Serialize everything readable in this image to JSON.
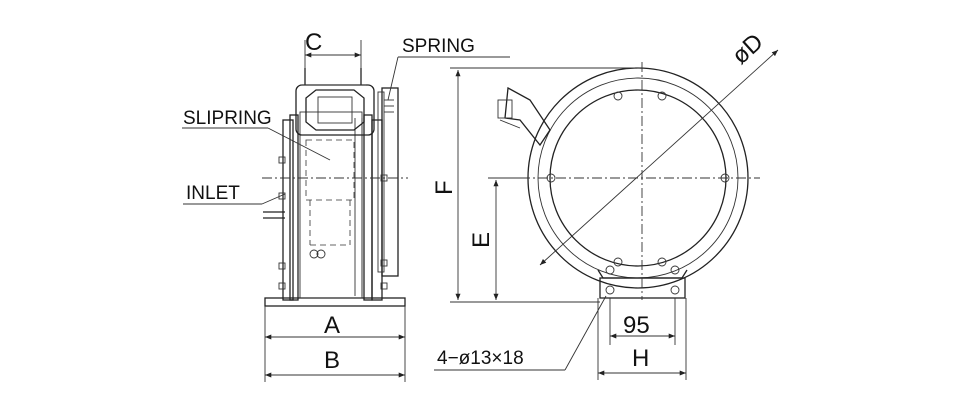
{
  "labels": {
    "spring": "SPRING",
    "slipring": "SLIPRING",
    "inlet": "INLET"
  },
  "dimensions": {
    "a": "A",
    "b": "B",
    "c": "C",
    "d": "øD",
    "e": "E",
    "f": "F",
    "h": "H",
    "width_95": "95",
    "holes": "4−ø13×18"
  }
}
